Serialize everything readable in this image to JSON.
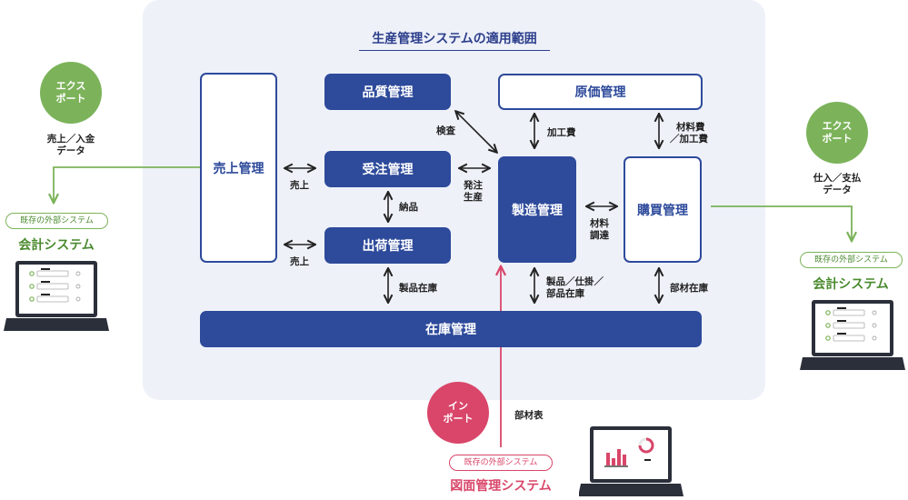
{
  "title": "生産管理システムの適用範囲",
  "modules": {
    "sales": "売上管理",
    "quality": "品質管理",
    "cost": "原価管理",
    "orders": "受注管理",
    "shipping": "出荷管理",
    "manufacturing": "製造管理",
    "purchasing": "購買管理",
    "inventory": "在庫管理"
  },
  "labels": {
    "inspection": "検査",
    "processing_cost": "加工費",
    "material_cost_1": "材料費",
    "material_cost_2": "／加工費",
    "sales_1": "売上",
    "sales_2": "売上",
    "order_prod_1": "発注",
    "order_prod_2": "生産",
    "delivery": "納品",
    "material_proc_1": "材料",
    "material_proc_2": "調達",
    "product_stock": "製品在庫",
    "prod_part_1": "製品／仕掛／",
    "prod_part_2": "部品在庫",
    "parts_stock": "部材在庫",
    "bom": "部材表"
  },
  "left_external": {
    "badge_1": "エクス",
    "badge_2": "ポート",
    "data_1": "売上／入金",
    "data_2": "データ",
    "tag": "既存の外部システム",
    "name": "会計システム"
  },
  "right_external": {
    "badge_1": "エクス",
    "badge_2": "ポート",
    "data_1": "仕入／支払",
    "data_2": "データ",
    "tag": "既存の外部システム",
    "name": "会計システム"
  },
  "bottom_external": {
    "badge_1": "イン",
    "badge_2": "ポート",
    "tag": "既存の外部システム",
    "name": "図面管理システム"
  },
  "colors": {
    "module_blue": "#2d4a9b",
    "panel_bg": "#eef1f8",
    "export_green": "#7cb35a",
    "import_pink": "#d9466a"
  }
}
